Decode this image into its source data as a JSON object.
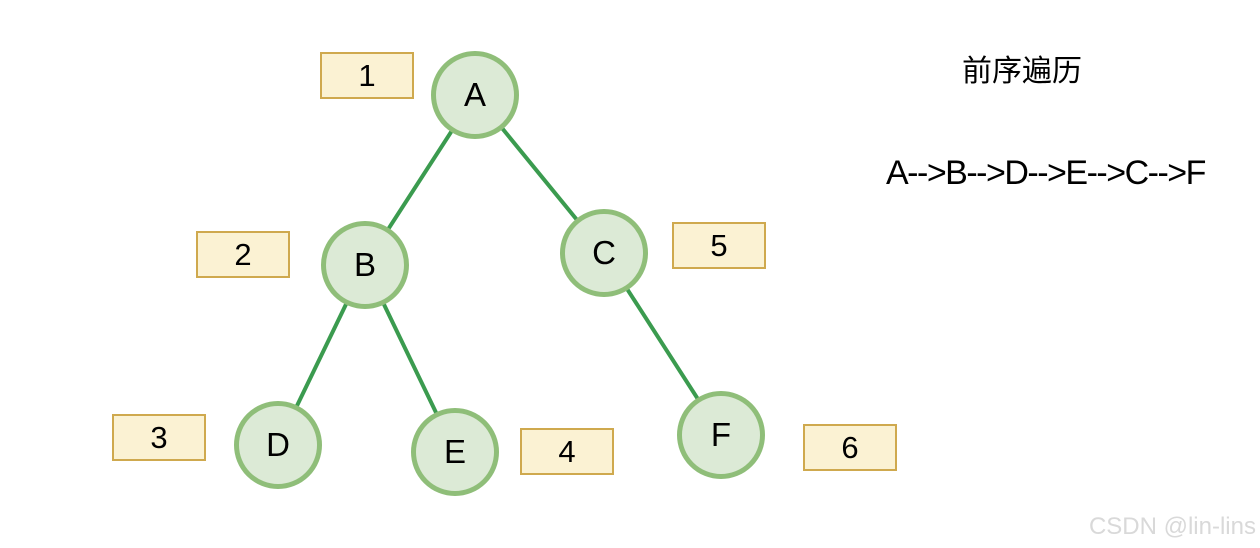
{
  "diagram": {
    "title": "前序遍历",
    "traversal_sequence": "A-->B-->D-->E-->C-->F",
    "nodes": [
      {
        "label": "A",
        "order": "1"
      },
      {
        "label": "B",
        "order": "2"
      },
      {
        "label": "D",
        "order": "3"
      },
      {
        "label": "E",
        "order": "4"
      },
      {
        "label": "C",
        "order": "5"
      },
      {
        "label": "F",
        "order": "6"
      }
    ],
    "edges": [
      {
        "from": "A",
        "to": "B"
      },
      {
        "from": "A",
        "to": "C"
      },
      {
        "from": "B",
        "to": "D"
      },
      {
        "from": "B",
        "to": "E"
      },
      {
        "from": "C",
        "to": "F"
      }
    ],
    "colors": {
      "node_fill": "#dcead6",
      "node_border": "#8fbe79",
      "edge_line": "#3b9b4f",
      "order_box_fill": "#fbf2d3",
      "order_box_border": "#cfa94e",
      "text": "#000000",
      "watermark": "#d9d9d9"
    }
  },
  "watermark": {
    "text": "CSDN @lin-lins"
  }
}
